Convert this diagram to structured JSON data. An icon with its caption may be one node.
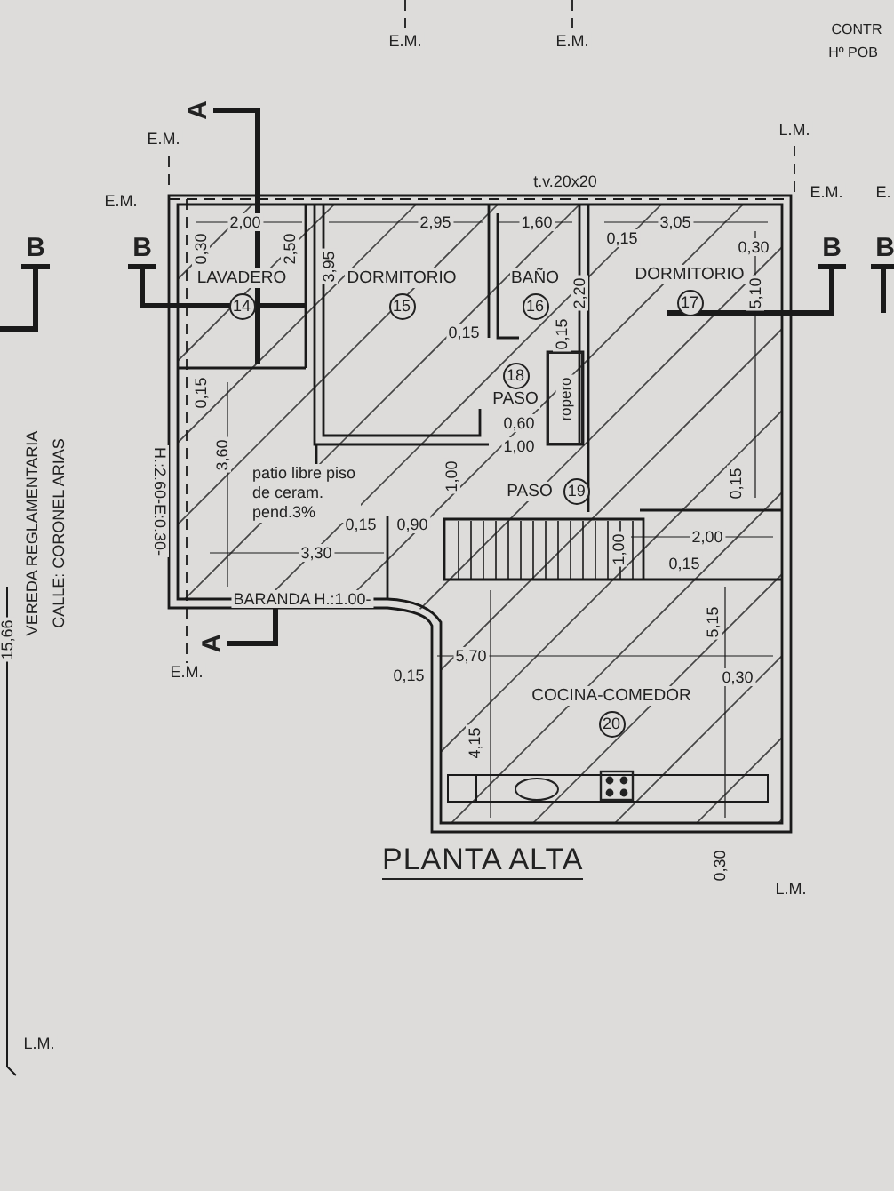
{
  "diagram": {
    "title": "PLANTA ALTA",
    "nodes": [
      {
        "text": [
          "LAVADERO",
          "14"
        ]
      },
      {
        "text": [
          "DORMITORIO",
          "15"
        ]
      },
      {
        "text": [
          "BAÑO",
          "16"
        ]
      },
      {
        "text": [
          "DORMITORIO",
          "17"
        ]
      },
      {
        "text": [
          "18",
          "PASO"
        ]
      },
      {
        "text": [
          "ropero"
        ]
      },
      {
        "text": [
          "PASO",
          "19"
        ]
      },
      {
        "text": [
          "patio libre piso de ceram. pend.3%"
        ]
      },
      {
        "text": [
          "COCINA-COMEDOR",
          "20"
        ]
      }
    ],
    "labels": [
      "E.M.",
      "E.M.",
      "CONTR",
      "Hº POB",
      "A",
      "E.M.",
      "L.M.",
      "t.v.20x20",
      "E.M.",
      "E.M.",
      "E.",
      "0,30",
      "2,00",
      "2,50",
      "3,95",
      "2,95",
      "1,60",
      "0,15",
      "3,05",
      "0,30",
      "B",
      "B",
      "B",
      "B",
      "0,15",
      "0,15",
      "2,20",
      "5,10",
      "H.:2.60-E:0.30-",
      "0,15",
      "3,60",
      "0,60",
      "1,00",
      "VEREDA REGLAMENTARIA",
      "CALLE: CORONEL ARIAS",
      "1,00",
      "0,15",
      "0,15",
      "0,90",
      "1,00",
      "2,00",
      "0,15",
      "3,30",
      "BARANDA H.:1.00-",
      "15,66",
      "5,15",
      "5,70",
      "A",
      "E.M.",
      "0,15",
      "0,30",
      "4,15",
      "0,30",
      "L.M.",
      "L.M."
    ]
  }
}
